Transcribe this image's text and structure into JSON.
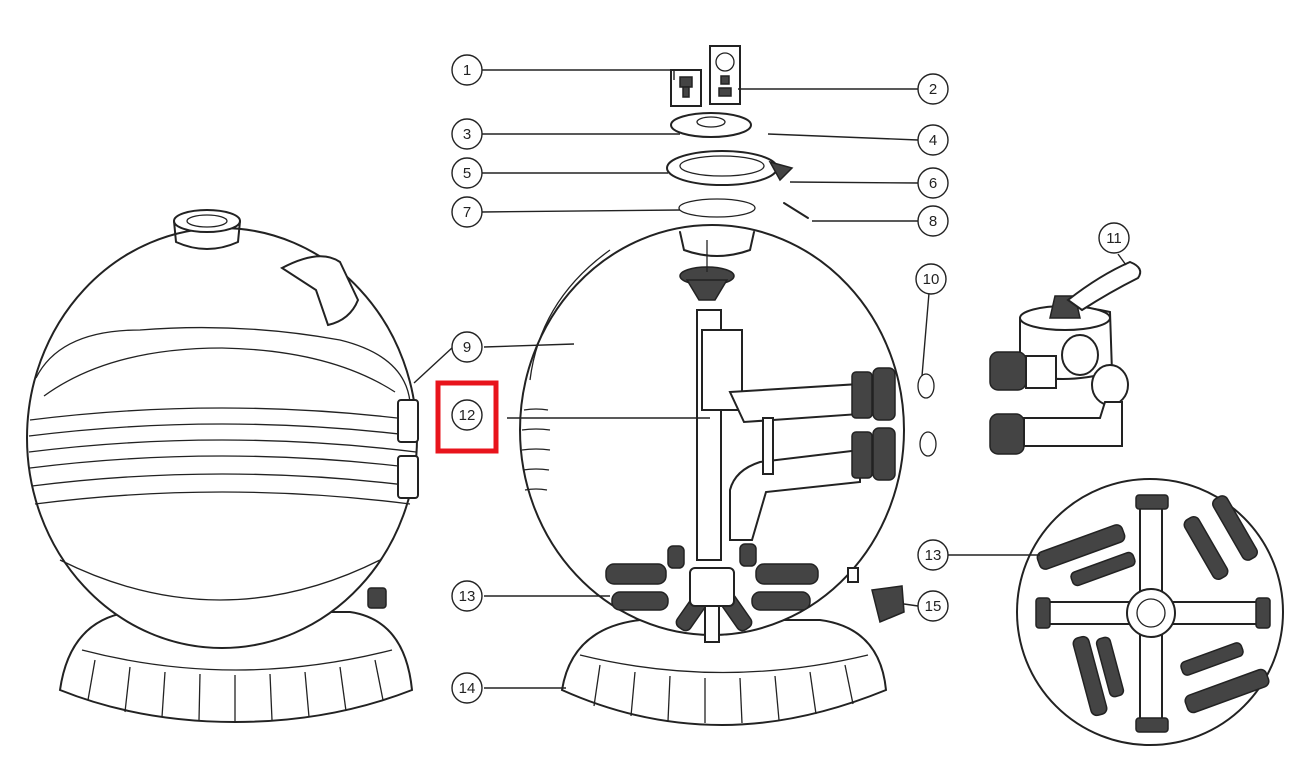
{
  "diagram": {
    "callouts": [
      {
        "id": "c1",
        "label": "1"
      },
      {
        "id": "c2",
        "label": "2"
      },
      {
        "id": "c3",
        "label": "3"
      },
      {
        "id": "c4",
        "label": "4"
      },
      {
        "id": "c5",
        "label": "5"
      },
      {
        "id": "c6",
        "label": "6"
      },
      {
        "id": "c7",
        "label": "7"
      },
      {
        "id": "c8",
        "label": "8"
      },
      {
        "id": "c9",
        "label": "9"
      },
      {
        "id": "c10",
        "label": "10"
      },
      {
        "id": "c11",
        "label": "11"
      },
      {
        "id": "c12",
        "label": "12"
      },
      {
        "id": "c13a",
        "label": "13"
      },
      {
        "id": "c13b",
        "label": "13"
      },
      {
        "id": "c14",
        "label": "14"
      },
      {
        "id": "c15",
        "label": "15"
      }
    ],
    "highlight": {
      "target": "12",
      "color": "#e8141c"
    },
    "colors": {
      "ink": "#222222",
      "background": "#ffffff"
    }
  }
}
